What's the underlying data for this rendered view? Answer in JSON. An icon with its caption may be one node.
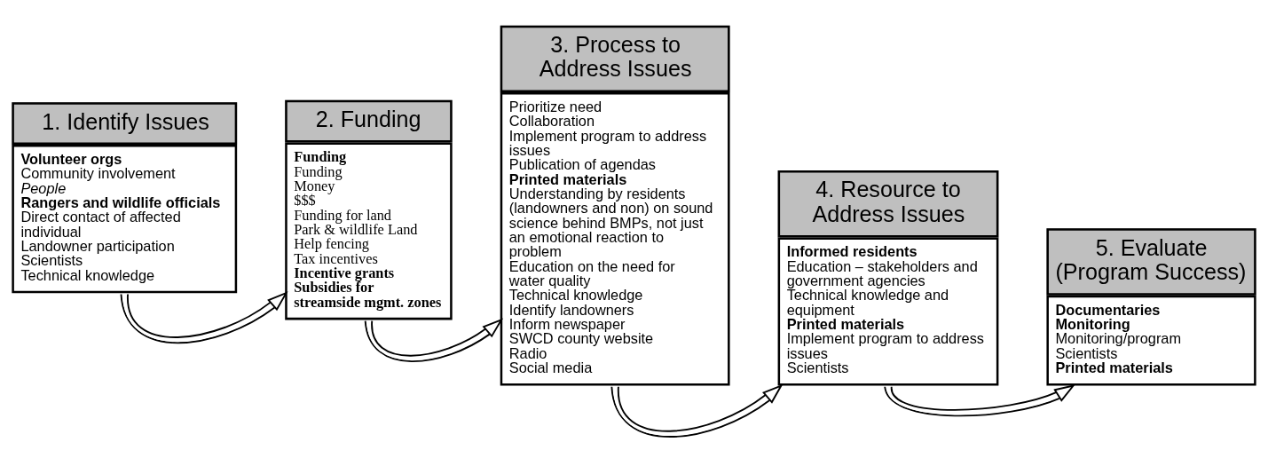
{
  "diagram": {
    "nodes": [
      {
        "text": [
          "1. Identify Issues",
          "**Volunteer orgs**",
          "Community involvement",
          "*People*",
          "**Rangers and wildlife officials**",
          "Direct contact of affected individual",
          "Landowner participation",
          "Scientists",
          "Technical knowledge"
        ]
      },
      {
        "text": [
          "2. Funding",
          "**Funding**",
          "Funding",
          "Money",
          "$$$",
          "Funding for land",
          "Park & wildlife Land",
          "Help fencing",
          "Tax incentives",
          "**Incentive grants**",
          "**Subsidies for streamside mgmt. zones**"
        ]
      },
      {
        "text": [
          "3. Process to Address Issues",
          "Prioritize need",
          "Collaboration",
          "Implement program to address issues",
          "Publication of agendas",
          "**Printed materials**",
          "Understanding by residents (landowners and non) on sound science behind BMPs, not just an emotional reaction to problem",
          "Education on the need for water quality",
          "Technical knowledge",
          "Identify landowners",
          "Inform newspaper",
          "SWCD county website",
          "Radio",
          "Social media"
        ]
      },
      {
        "text": [
          "4. Resource to Address Issues",
          "**Informed residents**",
          "Education – stakeholders and government agencies",
          "Technical knowledge and equipment",
          "**Printed materials**",
          "Implement program to address issues",
          "Scientists"
        ]
      },
      {
        "text": [
          "5. Evaluate (Program Success)",
          "**Documentaries**",
          "**Monitoring**",
          "Monitoring/program",
          "Scientists",
          "**Printed materials**"
        ]
      }
    ],
    "edges": [
      {
        "from": 0,
        "to": 1,
        "arrow": "to"
      },
      {
        "from": 1,
        "to": 2,
        "arrow": "to"
      },
      {
        "from": 2,
        "to": 3,
        "arrow": "to"
      },
      {
        "from": 3,
        "to": 4,
        "arrow": "to"
      }
    ]
  }
}
